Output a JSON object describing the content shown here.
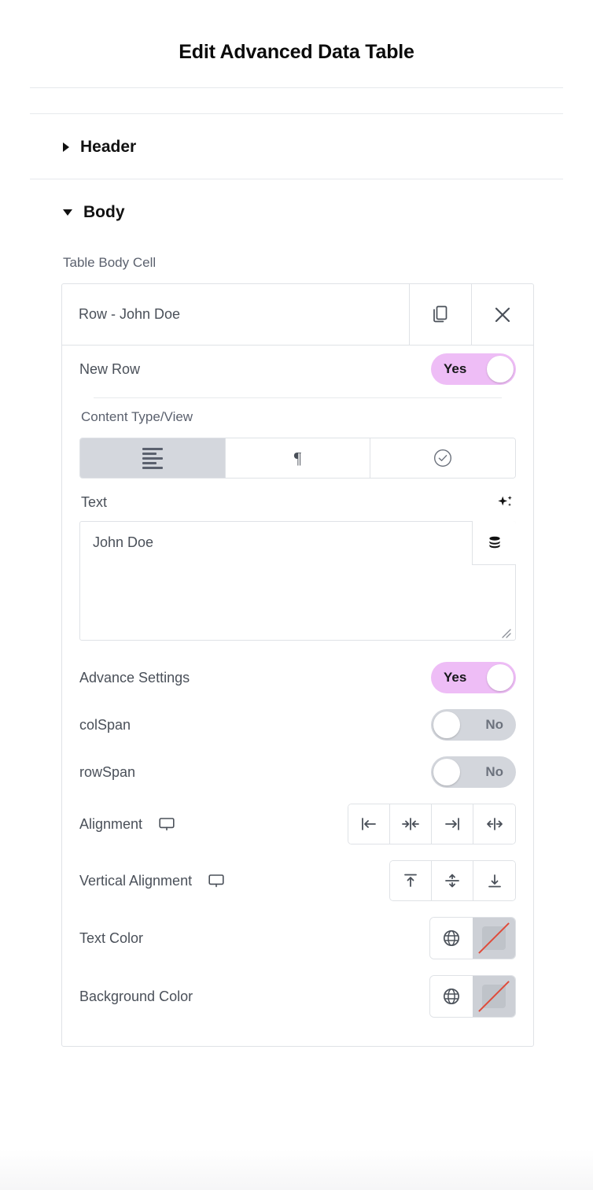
{
  "header": {
    "title": "Edit Advanced Data Table"
  },
  "sections": [
    {
      "name": "header",
      "label": "Header",
      "expanded": false,
      "icon": "triangle-right-icon"
    },
    {
      "name": "body",
      "label": "Body",
      "expanded": true,
      "icon": "triangle-down-icon"
    }
  ],
  "body": {
    "repeater_label": "Table Body Cell",
    "item": {
      "title": "Row - John Doe",
      "duplicate_icon": "copy-icon",
      "remove_icon": "close-icon"
    },
    "controls": {
      "new_row": {
        "label": "New Row",
        "value": "Yes",
        "state": "on"
      },
      "content_type": {
        "label": "Content Type/View",
        "options": [
          {
            "name": "text-align-left",
            "icon": "align-left-icon",
            "selected": true
          },
          {
            "name": "paragraph",
            "icon": "pilcrow-icon",
            "glyph": "¶",
            "selected": false
          },
          {
            "name": "check",
            "icon": "check-circle-icon",
            "selected": false
          }
        ]
      },
      "text": {
        "label": "Text",
        "ai_icon": "sparkle-icon",
        "value": "John Doe",
        "placeholder": "",
        "dynamic_icon": "database-icon"
      },
      "advance_settings": {
        "label": "Advance Settings",
        "value": "Yes",
        "state": "on"
      },
      "col_span": {
        "label": "colSpan",
        "value": "No",
        "state": "off"
      },
      "row_span": {
        "label": "rowSpan",
        "value": "No",
        "state": "off"
      },
      "alignment": {
        "label": "Alignment",
        "device_icon": "desktop-icon",
        "options": [
          {
            "name": "align-left",
            "icon": "align-left-arrow-icon"
          },
          {
            "name": "align-center",
            "icon": "align-center-arrow-icon"
          },
          {
            "name": "align-right",
            "icon": "align-right-arrow-icon"
          },
          {
            "name": "align-justify",
            "icon": "align-justify-arrow-icon"
          }
        ]
      },
      "vertical_alignment": {
        "label": "Vertical Alignment",
        "device_icon": "desktop-icon",
        "options": [
          {
            "name": "valign-top",
            "icon": "align-top-icon"
          },
          {
            "name": "valign-middle",
            "icon": "align-middle-icon"
          },
          {
            "name": "valign-bottom",
            "icon": "align-bottom-icon"
          }
        ]
      },
      "text_color": {
        "label": "Text Color",
        "globe_icon": "globe-icon",
        "swatch": "transparent"
      },
      "background_color": {
        "label": "Background Color",
        "globe_icon": "globe-icon",
        "swatch": "transparent"
      }
    }
  },
  "colors": {
    "toggle_on": "#eebdf6",
    "toggle_off": "#d3d6dc",
    "segment_active": "#d4d7dd",
    "border": "#dfe2e6",
    "text": "#4a5059",
    "transparent_slash": "#e04b3a"
  }
}
